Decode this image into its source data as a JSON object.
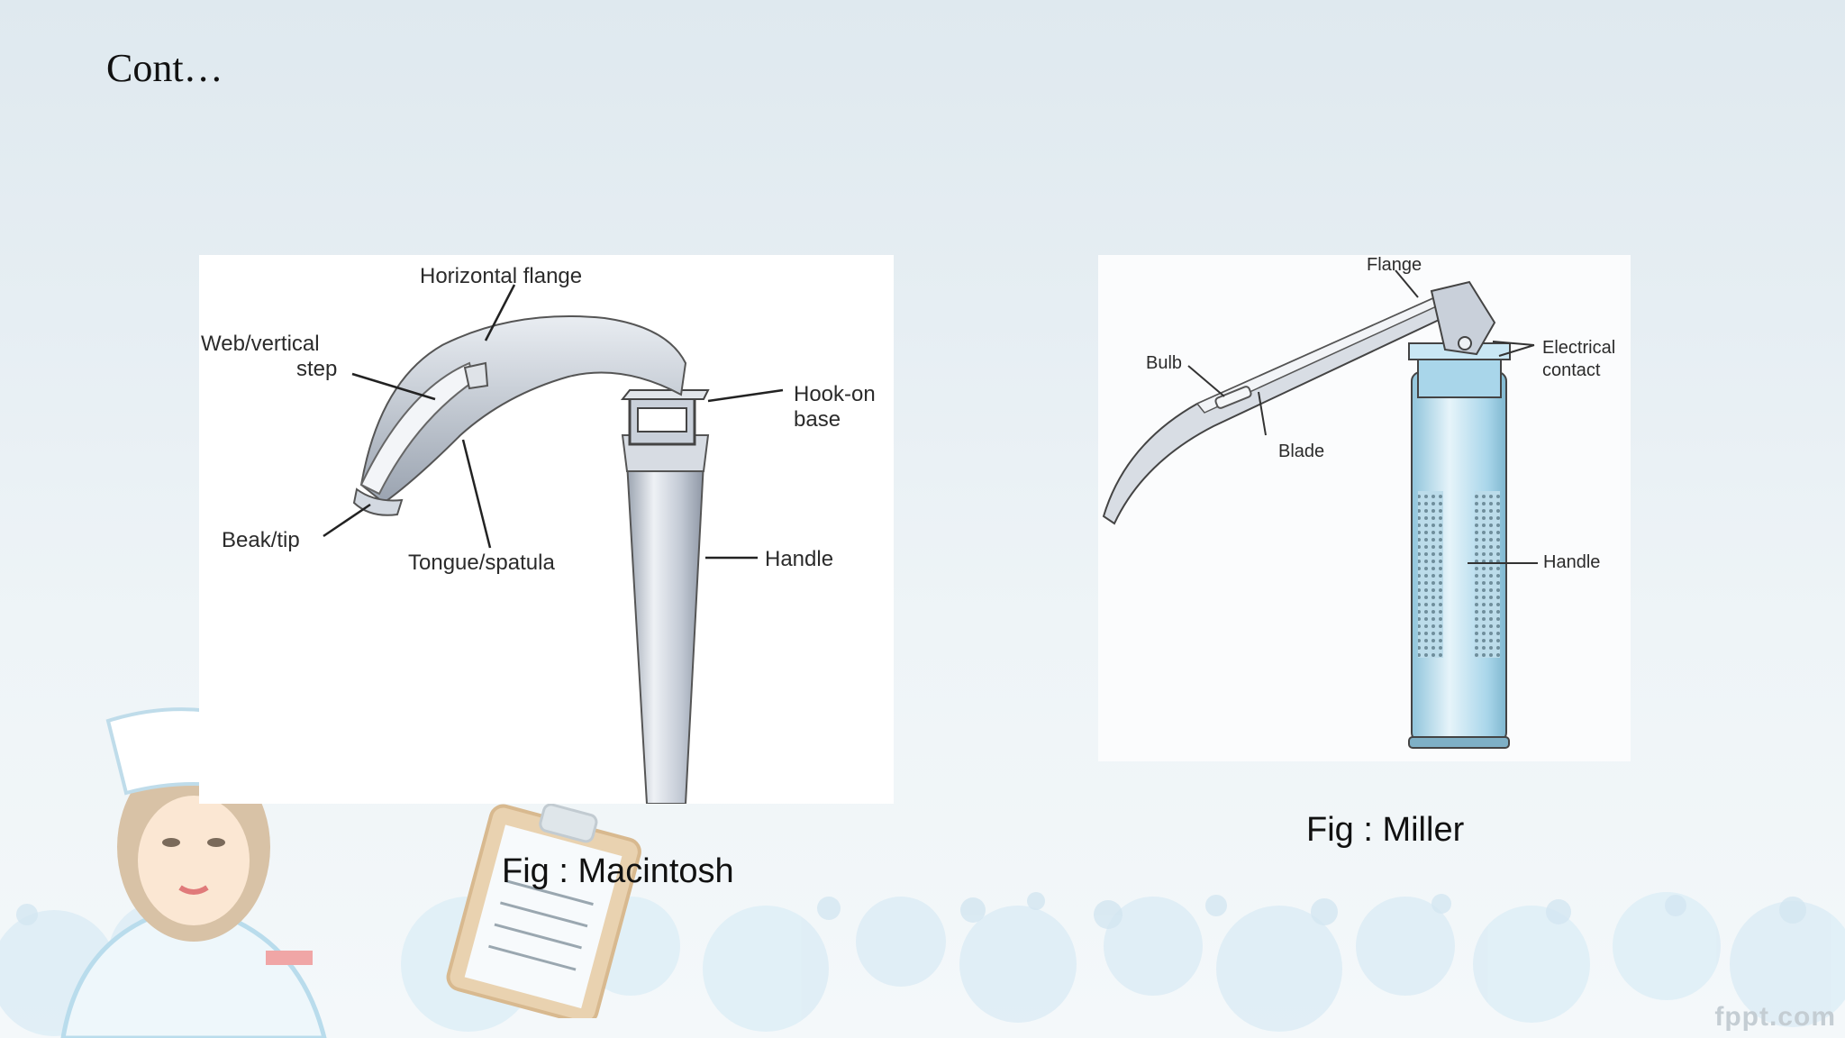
{
  "slide": {
    "title": "Cont…",
    "watermark": "fppt.com"
  },
  "figures": [
    {
      "caption": "Fig : Macintosh",
      "labels": {
        "horizontal_flange": "Horizontal flange",
        "web_line1": "Web/vertical",
        "web_line2": "step",
        "hook_line1": "Hook-on",
        "hook_line2": "base",
        "beak_tip": "Beak/tip",
        "tongue": "Tongue/spatula",
        "handle": "Handle"
      }
    },
    {
      "caption": "Fig : Miller",
      "labels": {
        "flange": "Flange",
        "bulb": "Bulb",
        "electrical_line1": "Electrical",
        "electrical_line2": "contact",
        "blade": "Blade",
        "handle": "Handle"
      }
    }
  ],
  "colors": {
    "accent_blue": "#a9d6ea",
    "metal": "#c9d0da"
  }
}
